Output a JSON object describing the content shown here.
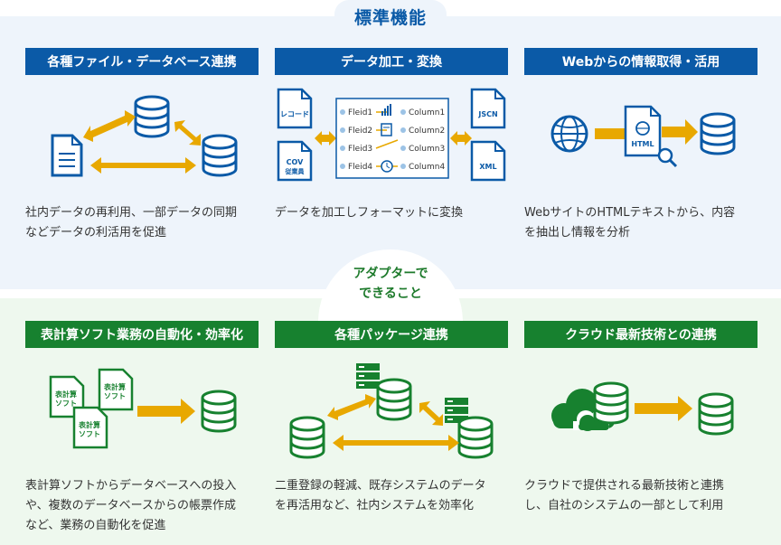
{
  "top_section": {
    "title": "標準機能",
    "cards": [
      {
        "header": "各種ファイル・データベース連携",
        "desc": [
          "社内データの再利用、一部データの同期",
          "などデータの利活用を促進"
        ]
      },
      {
        "header": "データ加工・変換",
        "desc": [
          "データを加工しフォーマットに変換"
        ],
        "diagram": {
          "left_docs": [
            "レコード",
            "COV",
            "従業員"
          ],
          "right_docs": [
            "JSCN",
            "XML"
          ],
          "rows": [
            {
              "from": "Fleid1",
              "to": "Column1"
            },
            {
              "from": "Fleid2",
              "to": "Column2"
            },
            {
              "from": "Fleid3",
              "to": "Column3"
            },
            {
              "from": "Fleid4",
              "to": "Column4"
            }
          ]
        }
      },
      {
        "header": "Webからの情報取得・活用",
        "desc": [
          "WebサイトのHTMLテキストから、内容",
          "を抽出し情報を分析"
        ],
        "html_label": "HTML"
      }
    ]
  },
  "middle": {
    "line1": "アダプターで",
    "line2": "できること"
  },
  "bottom_section": {
    "cards": [
      {
        "header": "表計算ソフト業務の自動化・効率化",
        "desc": [
          "表計算ソフトからデータベースへの投入",
          "や、複数のデータベースからの帳票作成",
          "など、業務の自動化を促進"
        ],
        "doc_label_top": "表計算",
        "doc_label_bottom": "ソフト"
      },
      {
        "header": "各種パッケージ連携",
        "desc": [
          "二重登録の軽減、既存システムのデータ",
          "を再活用など、社内システムを効率化"
        ]
      },
      {
        "header": "クラウド最新技術との連携",
        "desc": [
          "クラウドで提供される最新技術と連携",
          "し、自社のシステムの一部として利用"
        ]
      }
    ]
  },
  "colors": {
    "blue": "#0b5aa7",
    "green": "#17812f",
    "arrow": "#e8a800"
  }
}
